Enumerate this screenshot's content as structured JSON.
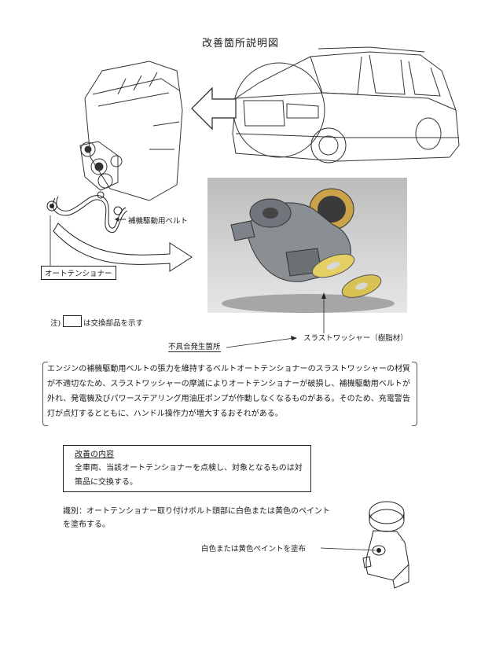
{
  "page": {
    "title": "改善箇所説明図",
    "labels": {
      "belt": "補機駆動用ベルト",
      "tensioner": "オートテンショナー",
      "note_prefix": "注)",
      "note_suffix": "は交換部品を示す",
      "thrust_washer": "スラストワッシャー（樹脂材）",
      "defect_location": "不具合発生箇所",
      "paint_caption": "白色または黄色ペイントを塗布"
    },
    "notice": "エンジンの補機駆動用ベルトの張力を維持するベルトオートテンショナーのスラストワッシャーの材質が不適切なため、スラストワッシャーの摩滅によりオートテンショナーが破損し、補機駆動用ベルトが外れ、発電機及びパワーステアリング用油圧ポンプが作動しなくなるものがある。そのため、充電警告灯が点灯するとともに、ハンドル操作力が増大するおそれがある。",
    "improvement": {
      "title": "改善の内容",
      "body": "全車両、当該オートテンショナーを点検し、対象となるものは対策品に交換する。"
    },
    "identification": "識別：オートテンショナー取り付けボルト頭部に白色または黄色のペイントを塗布する。"
  },
  "illustrations": {
    "car": "minivan-drawing",
    "engine": "engine-drawing",
    "photo": "auto-tensioner-photo",
    "tensioner_sketch": "tensioner-drawing"
  }
}
